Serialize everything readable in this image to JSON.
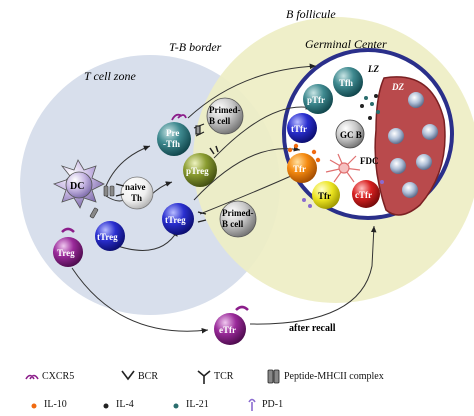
{
  "regions": {
    "t_cell_zone": "T cell zone",
    "tb_border": "T-B border",
    "b_follicle": "B follicule",
    "germinal_center": "Germinal Center",
    "lz": "LZ",
    "dz": "DZ",
    "fdc": "FDC"
  },
  "cells": {
    "dc": "DC",
    "naive_th_1": "naive",
    "naive_th_2": "Th",
    "treg": "Treg",
    "ttreg_lower": "tTreg",
    "pre_tfh_1": "Pre",
    "pre_tfh_2": "-Tfh",
    "ptreg": "pTreg",
    "ttreg_mid": "tTreg",
    "primed_b_upper_1": "Primed-",
    "primed_b_upper_2": "B cell",
    "primed_b_lower_1": "Primed-",
    "primed_b_lower_2": "B cell",
    "tfh": "Tfh",
    "ptfr": "pTfr",
    "ttfr": "tTfr",
    "gc_b": "GC B",
    "tfr": "Tfr",
    "ctfr": "cTfr",
    "etfr": "eTfr"
  },
  "annotations": {
    "after_recall": "after recall"
  },
  "legend": {
    "cxcr5": "CXCR5",
    "bcr": "BCR",
    "tcr": "TCR",
    "peptide_mhcii": "Peptide-MHCII complex",
    "il10": "IL-10",
    "il4": "IL-4",
    "il21": "IL-21",
    "pd1": "PD-1"
  },
  "colors": {
    "t_zone": "#d7dfec",
    "follicle": "#eeeec7",
    "gc_ring": "#2a2f8a",
    "dz": "#b9484a",
    "teal": "#1f6d74",
    "blue": "#1a1fb0",
    "purple": "#8b1d8a",
    "green": "#7a8c2a",
    "orange": "#f08a18",
    "yellow": "#e8e21c",
    "red": "#cc2020",
    "lavender": "#b8a8d8",
    "il10_dot": "#f06a10",
    "il21_dot": "#2a6d6d"
  }
}
